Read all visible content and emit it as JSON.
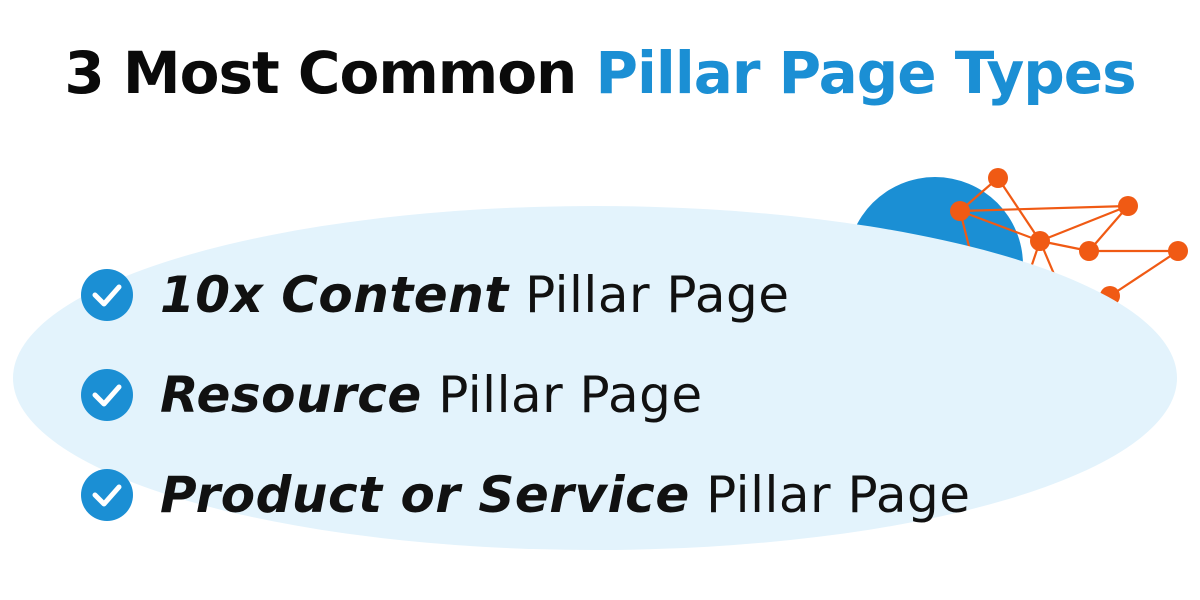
{
  "title": {
    "lead": "3 Most Common",
    "accent": "Pillar Page Types"
  },
  "items": [
    {
      "emphasis": "10x Content",
      "rest": " Pillar Page"
    },
    {
      "emphasis": "Resource",
      "rest": " Pillar Page"
    },
    {
      "emphasis": "Product or Service",
      "rest": " Pillar Page"
    }
  ],
  "icons": {
    "bullet": "check-circle-icon",
    "decoration": "network-graph-icon"
  },
  "colors": {
    "accent_blue": "#1b8fd4",
    "ellipse_fill": "#e3f3fc",
    "network_orange": "#f05a14",
    "title_black": "#0a0a0a"
  }
}
